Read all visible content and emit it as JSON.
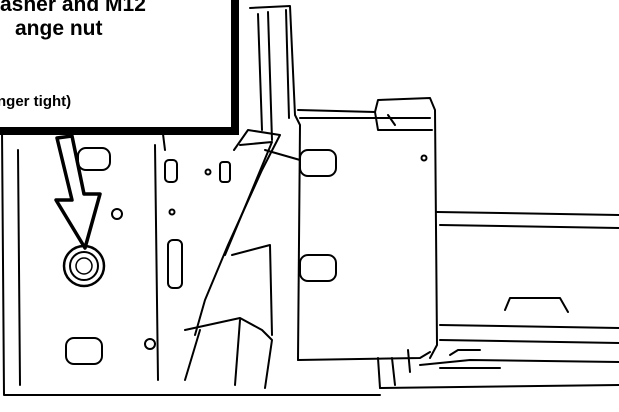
{
  "callout": {
    "line1": "asher and M12",
    "line2": "ange nut",
    "line3": "nger tight)"
  },
  "colors": {
    "ink": "#000000",
    "paper": "#ffffff"
  }
}
